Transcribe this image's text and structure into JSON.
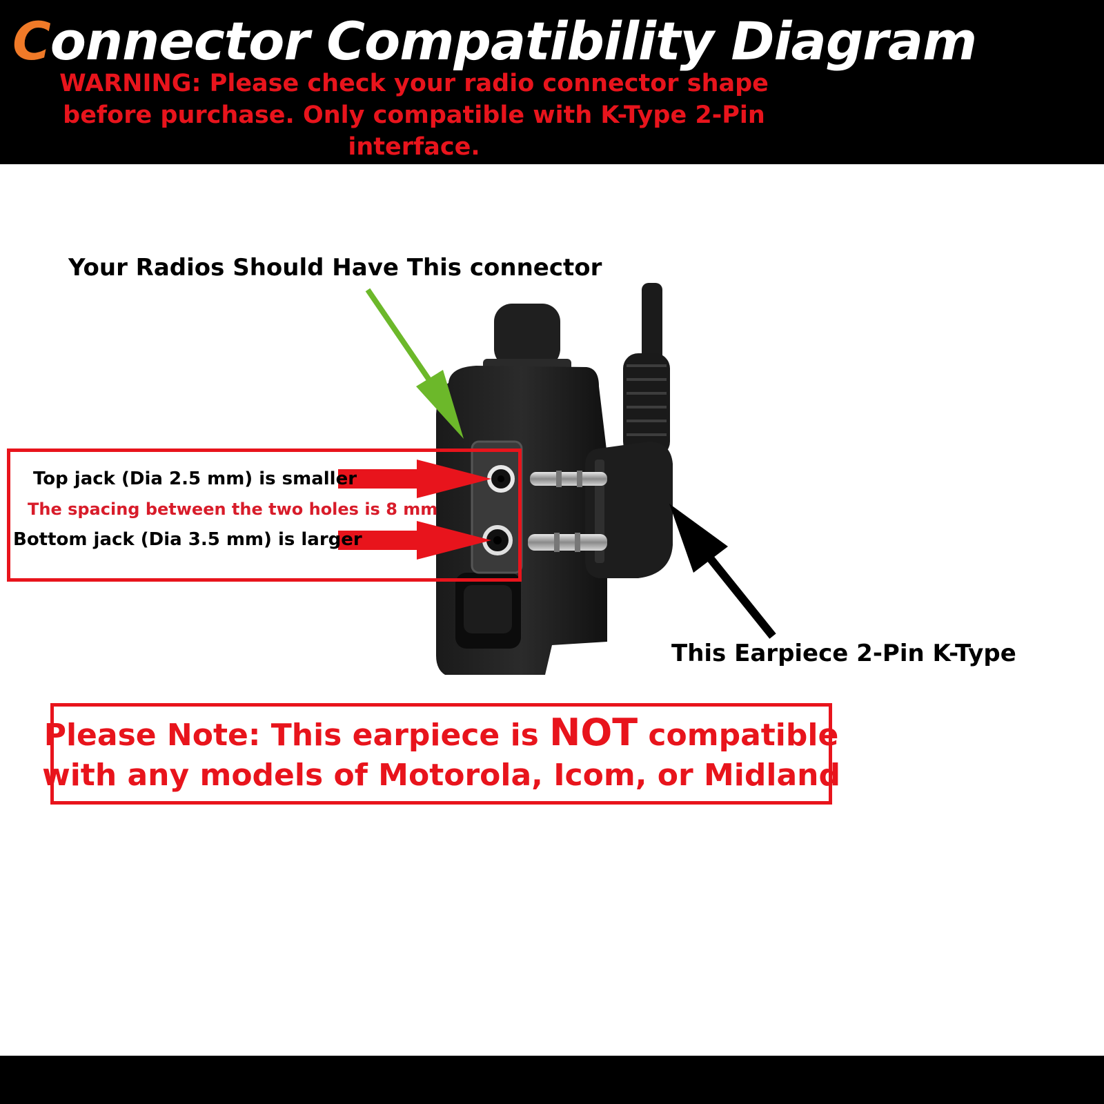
{
  "header": {
    "title_first_letter": "C",
    "title_rest": "onnector Compatibility Diagram",
    "warning": "WARNING: Please check your radio connector shape before purchase. Only compatible with K-Type 2-Pin interface."
  },
  "diagram": {
    "radio_label": "Your Radios Should Have This connector",
    "earpiece_label": "This Earpiece 2-Pin K-Type",
    "top_jack": "Top jack (Dia 2.5 mm) is smaller",
    "spacing": "The spacing between the two holes is 8 mm",
    "bottom_jack": "Bottom jack (Dia 3.5 mm) is larger"
  },
  "note": {
    "line1_before": "Please Note: This earpiece is ",
    "line1_emphasis": "NOT",
    "line1_after": " compatible",
    "line2": "with any models of Motorola, Icom, or Midland"
  },
  "colors": {
    "accent_orange": "#f07a28",
    "warning_red": "#e8141c",
    "pointer_green": "#6cb82a",
    "header_bg": "#000000"
  }
}
